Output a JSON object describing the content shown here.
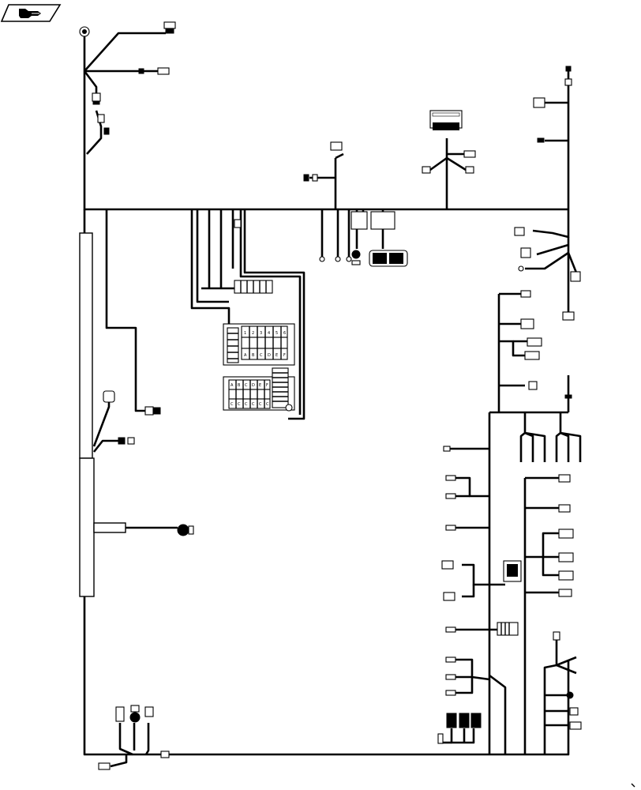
{
  "icon": {
    "name": "page-turn-hand-icon",
    "frame": "parallelogram"
  },
  "fuse_block_upper": {
    "rows": [
      [
        "1",
        "2",
        "3",
        "4",
        "5",
        "6"
      ],
      [
        "A",
        "B",
        "C",
        "D",
        "E",
        "F"
      ]
    ]
  },
  "fuse_block_lower": {
    "rows": [
      [
        "A",
        "B",
        "C",
        "D",
        "E",
        "F"
      ],
      [
        "C",
        "C",
        "C",
        "C",
        "C",
        "C"
      ]
    ]
  },
  "colors": {
    "ink": "#000000",
    "paper": "#ffffff"
  }
}
